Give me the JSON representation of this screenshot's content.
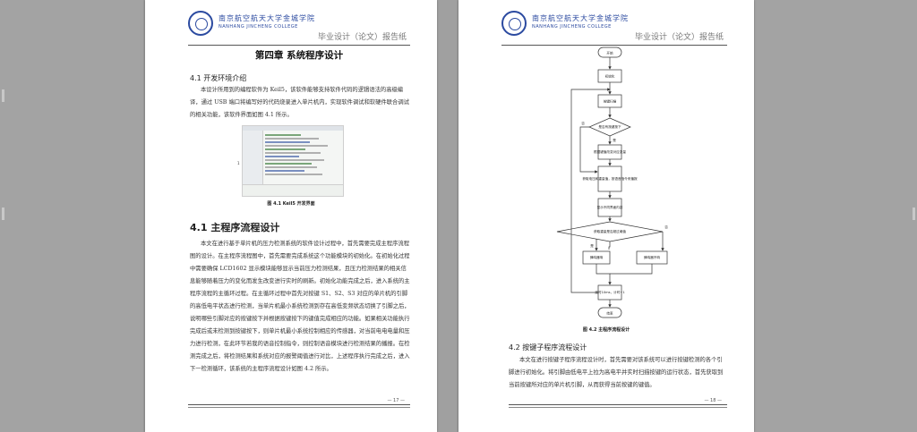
{
  "left_page": {
    "header": {
      "school_cn": "南京航空航天大学金城学院",
      "school_en": "NANHANG JINCHENG COLLEGE",
      "report": "毕业设计（论文）报告纸"
    },
    "chapter_title": "第四章  系统程序设计",
    "section_env": "4.1 开发环境介绍",
    "para_env": "本设计所用到的编程软件为 Keil5，该软件能够支持软件代码的逻辑语法的高级编译，通过 USB 端口将编写好的代码烧录进入单片机内，实现软件调试和软硬件联合调试的相关功能，该软件界面如图 4.1 所示。",
    "screenshot_mark": "1",
    "figure1_caption": "图 4.1 Keil5 开发界面",
    "section_main": "4.1 主程序流程设计",
    "para_main": "本文在进行基于单片机的压力检测系统的软件设计过程中，首先需要完成主程序流程图的设计。在主程序流程图中，首先需要完成系统这个功能模块的初始化。在初始化过程中需要确保 LCD1602 显示模块能够显示当前压力检测结果，且压力检测结果的相关信息能够随着压力的变化而发生改变进行实时的刷新。初始化功能完成之后，进入系统的主程序流程的主循环过程。在主循环过程中首先对按键 S1、S2、S3 对应的单片机的引脚的高低电平状态进行检测，当单片机最小系统检测到存在高低变频状态切换了引脚之后，说明哪些引脚对应的按键按下并根据按键按下的键值完成相应的功能。如果相关功能执行完成后或未检测到按键按下，则单片机最小系统控制相应的传感器，对当前电电电量和压力进行检测，在此环节若我的语音控制指令，则控制语音模块进行检测结果的播报。在检测完成之后，将检测结果和系统对应的报警阈值进行对比，上述程序执行完成之后，进入下一检测循环，该系统的主程序流程设计如图 4.2 所示。",
    "page_number": "— 17 —"
  },
  "right_page": {
    "header": {
      "school_cn": "南京航空航天大学金城学院",
      "school_en": "NANHANG JINCHENG COLLEGE",
      "report": "毕业设计（论文）报告纸"
    },
    "flow": {
      "start": "开始",
      "init": "初始化",
      "scan": "按键扫描",
      "decision1": "是否有按键按下",
      "yes1": "是",
      "no1": "否",
      "setvar": "根据键值改变对应变量",
      "measure": "获取电压和重量值，按语音指令来播报",
      "display": "显示不同界面内容",
      "decision2": "获取重量是否超过阈值",
      "yes2": "是",
      "no2": "否",
      "alarm_on": "蜂鸣器响",
      "alarm_off": "蜂鸣器不响",
      "delay": "延时10ms，计时+1",
      "end": "结束"
    },
    "figure2_caption": "图 4.2 主程序流程设计",
    "section_key": "4.2 按键子程序流程设计",
    "para_key": "本文在进行按键子程序流程设计时，首先需要对该系统可以进行按键检测的各个引脚进行初始化。将引脚由低电平上拉为高电平并实时扫描按键的运行状态，首先获取到当前按键所对应的单片机引脚，从而获得当前按键的键值。",
    "page_number": "— 18 —"
  }
}
